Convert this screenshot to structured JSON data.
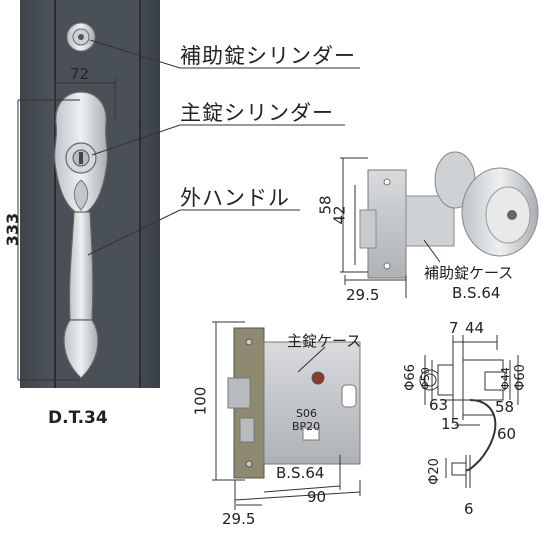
{
  "callouts": {
    "aux_cylinder": "補助錠シリンダー",
    "main_cylinder": "主錠シリンダー",
    "outer_handle": "外ハンドル"
  },
  "handle_view": {
    "width_dim": "72",
    "height_dim": "333",
    "model": "D.T.34"
  },
  "aux_lock": {
    "label": "補助錠ケース",
    "backset": "B.S.64",
    "dim_58": "58",
    "dim_42": "42",
    "dim_29_5": "29.5"
  },
  "main_lock": {
    "label": "主錠ケース",
    "backset": "B.S.64",
    "dim_100": "100",
    "dim_90": "90",
    "dim_29_5": "29.5",
    "stamp_1": "S06",
    "stamp_2": "BP20"
  },
  "section": {
    "dim_7": "7",
    "dim_44": "44",
    "dim_phi66": "Φ66",
    "dim_phi50": "Φ50",
    "dim_phi44": "Φ44",
    "dim_phi60": "Φ60",
    "dim_63": "63",
    "dim_58": "58",
    "dim_15": "15",
    "dim_60": "60",
    "dim_phi20": "Φ20",
    "dim_6": "6"
  }
}
